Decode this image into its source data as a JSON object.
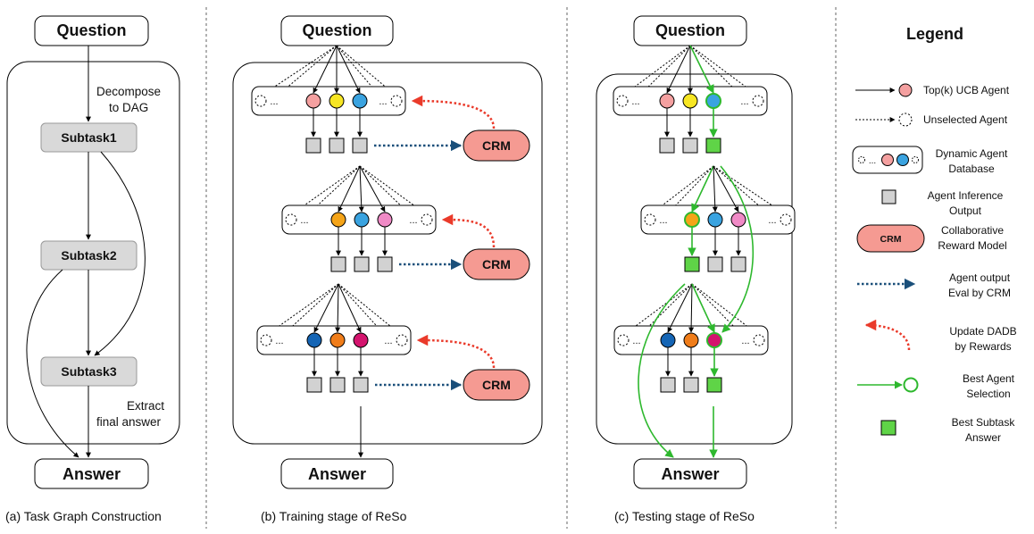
{
  "common": {
    "question": "Question",
    "answer": "Answer",
    "crm": "CRM",
    "ellipsis": "..."
  },
  "panel_a": {
    "caption": "(a) Task Graph Construction",
    "subtasks": [
      "Subtask1",
      "Subtask2",
      "Subtask3"
    ],
    "decompose": [
      "Decompose",
      "to DAG"
    ],
    "extract": [
      "Extract",
      "final answer"
    ]
  },
  "panel_b": {
    "caption": "(b) Training stage of ReSo"
  },
  "panel_c": {
    "caption": "(c) Testing stage of ReSo"
  },
  "legend": {
    "title": "Legend",
    "items": [
      [
        "Top(k) UCB Agent"
      ],
      [
        "Unselected Agent"
      ],
      [
        "Dynamic Agent",
        "Database"
      ],
      [
        "Agent Inference",
        "Output"
      ],
      [
        "Collaborative",
        "Reward Model"
      ],
      [
        "Agent output",
        "Eval by CRM"
      ],
      [
        "Update DADB",
        "by Rewards"
      ],
      [
        "Best Agent",
        "Selection"
      ],
      [
        "Best Subtask",
        "Answer"
      ]
    ]
  },
  "colors": {
    "pink": "#f4a0a0",
    "yellow": "#f7e623",
    "blue": "#3aa3e0",
    "orange": "#f5a418",
    "pink2": "#f08ac6",
    "darkblue": "#1565b5",
    "orange2": "#f07d1a",
    "magenta": "#d4146e",
    "green": "#2eb82e",
    "green_fill": "#5fd447",
    "crm_fill": "#f59a92",
    "eval_blue": "#1a4f7a",
    "update_red": "#ea3a2a",
    "square_grey": "#d2d2d2",
    "subtask_grey": "#d9d9d9"
  }
}
